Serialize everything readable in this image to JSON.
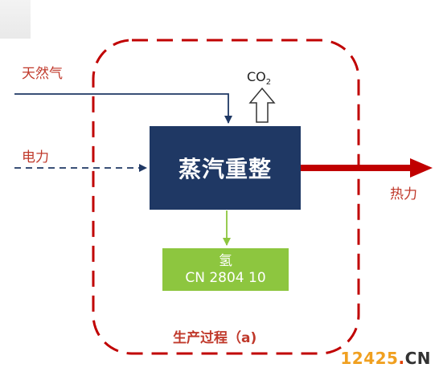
{
  "inputs": {
    "natural_gas": "天然气",
    "electricity": "电力"
  },
  "process": {
    "name": "蒸汽重整",
    "boundary_label": "生产过程（a)"
  },
  "emission": {
    "main": "CO",
    "subscript": "2"
  },
  "output": {
    "heat": "热力",
    "product_name": "氢",
    "product_code": "CN 2804 10"
  },
  "watermark": {
    "digits": "12425",
    "dot": ".",
    "tld": "CN"
  },
  "colors": {
    "boundary": "#c00000",
    "process_box": "#1f3864",
    "product_box": "#8dc63f",
    "heat_arrow": "#c00000",
    "input_line": "#1f3864"
  }
}
